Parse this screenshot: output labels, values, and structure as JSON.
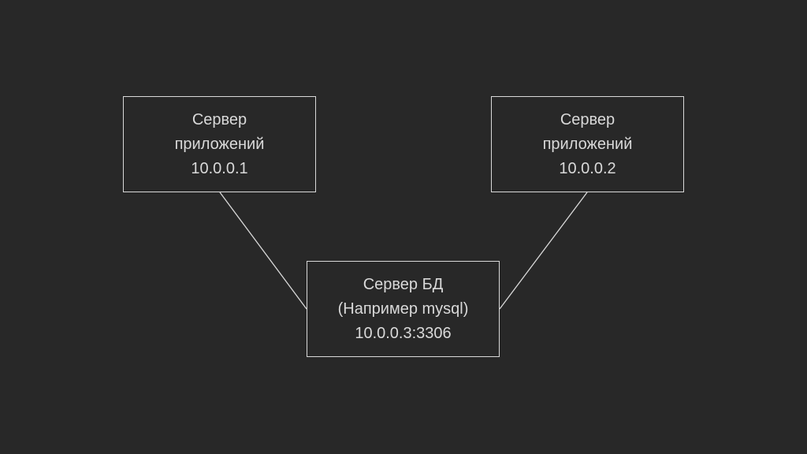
{
  "diagram": {
    "nodes": [
      {
        "id": "app1",
        "lines": [
          "Сервер",
          "приложений",
          "10.0.0.1"
        ]
      },
      {
        "id": "app2",
        "lines": [
          "Сервер",
          "приложений",
          "10.0.0.2"
        ]
      },
      {
        "id": "db",
        "lines": [
          "Сервер БД",
          "(Например mysql)",
          "10.0.0.3:3306"
        ]
      }
    ],
    "edges": [
      {
        "from": "app1",
        "to": "db"
      },
      {
        "from": "app2",
        "to": "db"
      }
    ]
  },
  "colors": {
    "background": "#282828",
    "stroke": "#d9d9d9",
    "text": "#d9d9d9"
  }
}
